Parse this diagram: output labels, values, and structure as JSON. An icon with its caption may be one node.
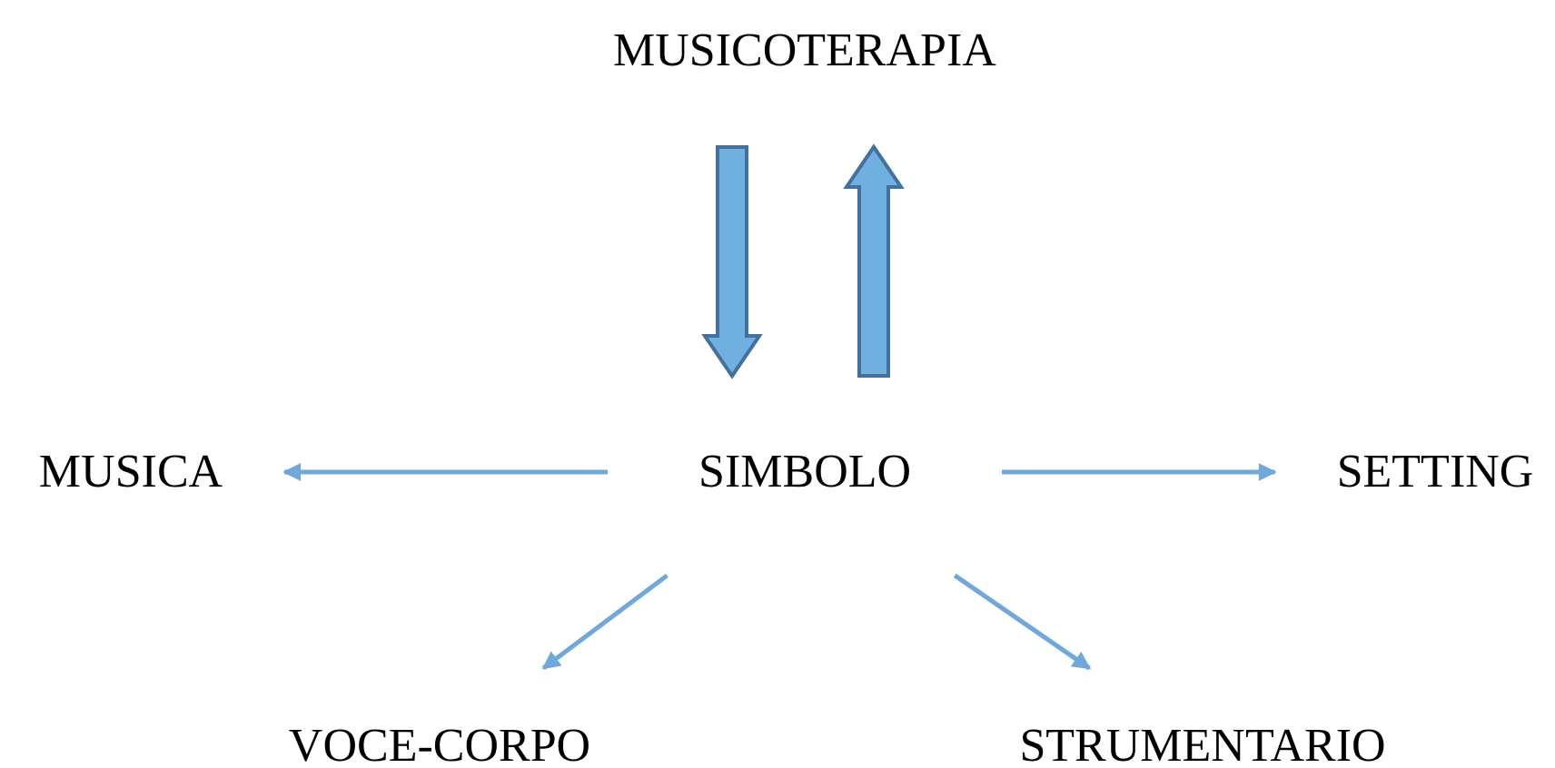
{
  "diagram": {
    "nodes": [
      {
        "text": [
          "MUSICOTERAPIA"
        ]
      },
      {
        "text": [
          "MUSICA"
        ]
      },
      {
        "text": [
          "SIMBOLO"
        ]
      },
      {
        "text": [
          "SETTING"
        ]
      },
      {
        "text": [
          "VOCE-CORPO"
        ]
      },
      {
        "text": [
          "STRUMENTARIO"
        ]
      }
    ],
    "edges": [
      {
        "from": 0,
        "to": 2,
        "arrow": "to",
        "style": "thick"
      },
      {
        "from": 2,
        "to": 0,
        "arrow": "to",
        "style": "thick"
      },
      {
        "from": 2,
        "to": 1,
        "arrow": "to"
      },
      {
        "from": 2,
        "to": 3,
        "arrow": "to"
      },
      {
        "from": 2,
        "to": 4,
        "arrow": "to"
      },
      {
        "from": 2,
        "to": 5,
        "arrow": "to"
      }
    ]
  }
}
